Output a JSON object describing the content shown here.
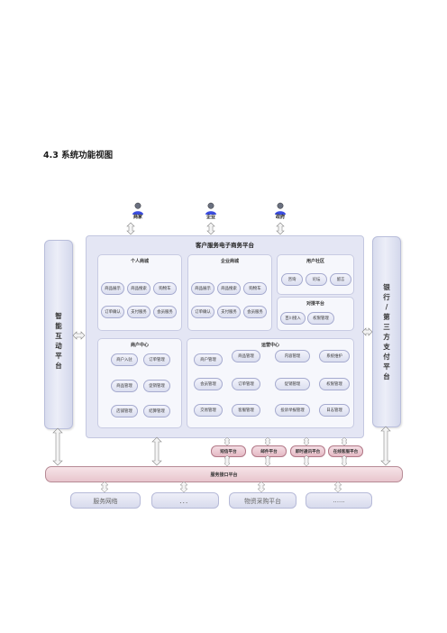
{
  "section_heading": "4.3 系统功能视图",
  "users": [
    {
      "label": "商家",
      "icon": "person-icon"
    },
    {
      "label": "企业",
      "icon": "person-icon"
    },
    {
      "label": "政府",
      "icon": "person-icon"
    }
  ],
  "left_panel": {
    "chars": [
      "智",
      "能",
      "互",
      "动",
      "平",
      "台"
    ]
  },
  "right_panel": {
    "chars": [
      "银",
      "行",
      "/",
      "第",
      "三",
      "方",
      "支",
      "付",
      "平",
      "台"
    ]
  },
  "main_title": "客户服务电子商务平台",
  "groups": {
    "personal_business": {
      "title": "个人商城",
      "items": [
        "商品展示",
        "商品搜索",
        "购物车",
        "订单确认",
        "支付服务",
        "会员服务"
      ]
    },
    "enterprise_business": {
      "title": "企业商城",
      "items": [
        "商品展示",
        "商品搜索",
        "购物车",
        "订单确认",
        "支付服务",
        "会员服务"
      ]
    },
    "user_community": {
      "title": "用户社区",
      "items": [
        "咨询",
        "论坛",
        "留言"
      ]
    },
    "mall_platform": {
      "title": "对接平台",
      "items": [
        "百川接入",
        "权限管理"
      ]
    },
    "merchant_center": {
      "title": "商户中心",
      "items": [
        "商户入驻",
        "订单管理",
        "商品管理",
        "促销管理",
        "店铺管理",
        "结算管理"
      ]
    },
    "operation_center": {
      "title": "运营中心",
      "items": [
        "商户管理",
        "商品管理",
        "内容管理",
        "系统维护",
        "会员管理",
        "订单管理",
        "促销管理",
        "权限管理",
        "交易管理",
        "客服管理",
        "投诉举报管理",
        "日志管理"
      ]
    }
  },
  "service_buttons": [
    "短信平台",
    "邮件平台",
    "即时通讯平台",
    "在线客服平台"
  ],
  "service_bus": "服务接口平台",
  "bottom_systems": [
    "服务网络",
    "．．．",
    "物资采购平台",
    "……"
  ]
}
